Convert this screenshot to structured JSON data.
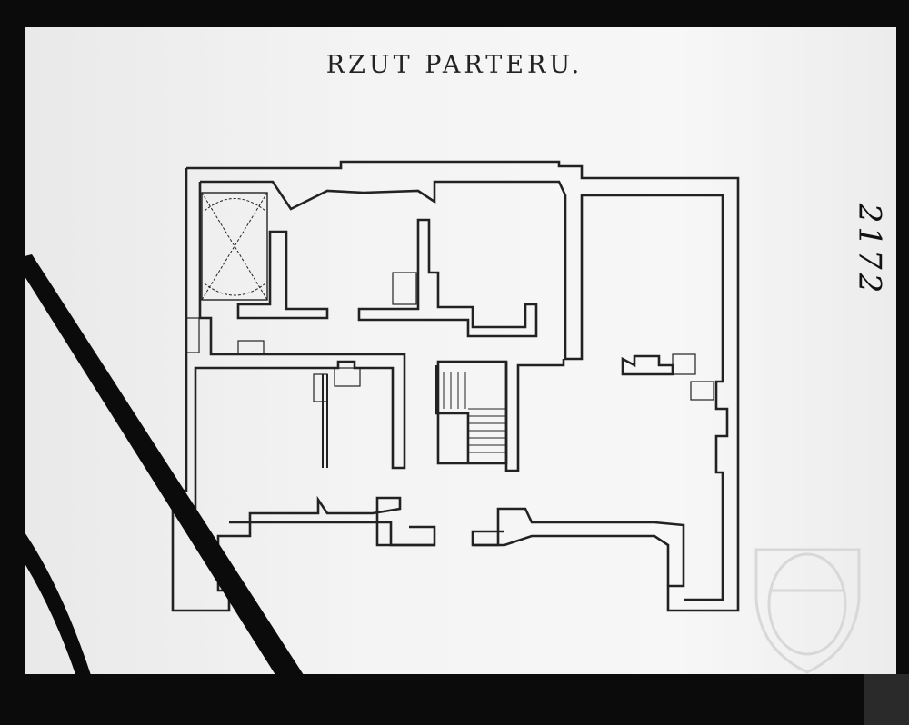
{
  "drawing": {
    "title": "RZUT PARTERU.",
    "handwritten_number": "2172",
    "watermark": "archive crest"
  },
  "colors": {
    "ink": "#222222",
    "paper": "#f2f2f2",
    "film_edge": "#0b0b0b"
  }
}
